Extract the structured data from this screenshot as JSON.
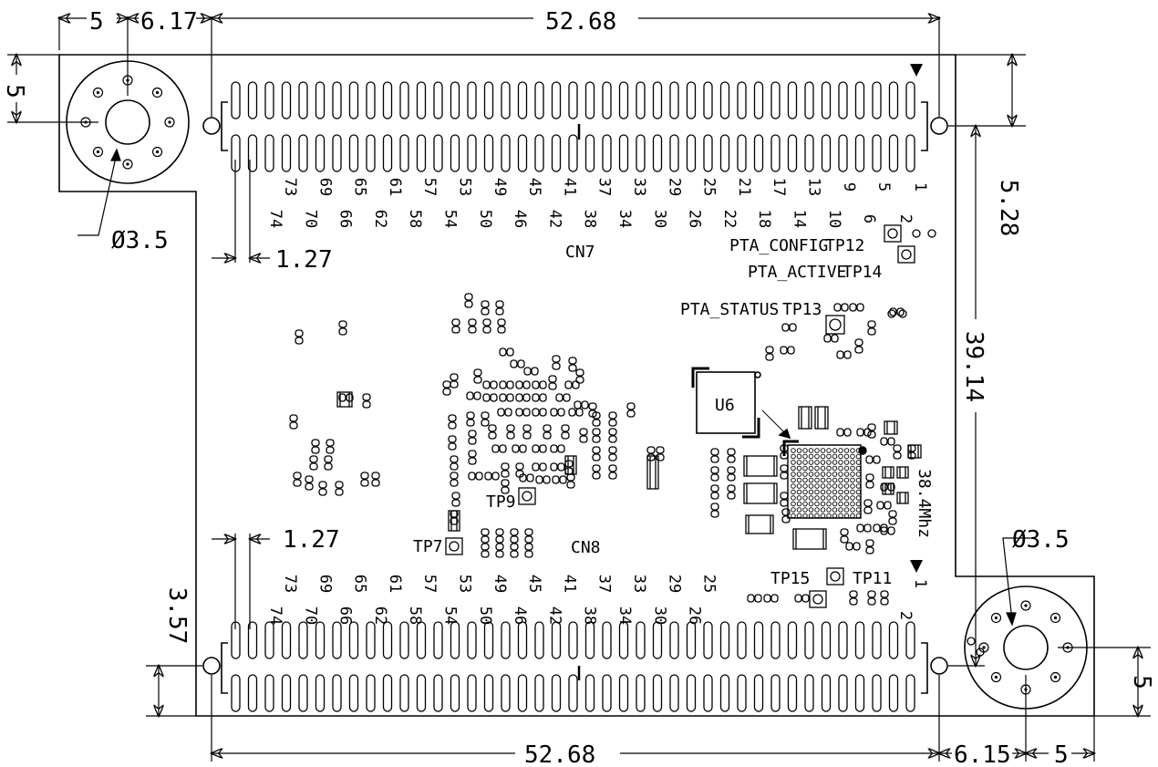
{
  "dimensions": {
    "left_edge_to_mount": "5",
    "mount_to_connector": "6.17",
    "connector_length_top": "52.68",
    "mount_from_top": "5",
    "mount_diameter_top": "Ø3.5",
    "pin_pitch_top": "1.27",
    "connector_offset_right": "5.28",
    "connector_spacing": "39.14",
    "mount_diameter_bottom": "Ø3.5",
    "pin_pitch_bottom": "1.27",
    "bottom_connector_offset": "3.57",
    "connector_length_bottom": "52.68",
    "connector_to_mount_bottom": "6.15",
    "mount_to_right_edge": "5",
    "mount_from_bottom": "5"
  },
  "connectors": {
    "top": {
      "name": "CN7",
      "pins_row1": [
        "73",
        "69",
        "65",
        "61",
        "57",
        "53",
        "49",
        "45",
        "41",
        "37",
        "33",
        "29",
        "25",
        "21",
        "17",
        "13",
        "9",
        "5",
        "1"
      ],
      "pins_row2": [
        "74",
        "70",
        "66",
        "62",
        "58",
        "54",
        "50",
        "46",
        "42",
        "38",
        "34",
        "30",
        "26",
        "22",
        "18",
        "14",
        "10",
        "6",
        "2"
      ]
    },
    "bottom": {
      "name": "CN8",
      "pins_row1": [
        "73",
        "69",
        "65",
        "61",
        "57",
        "53",
        "49",
        "45",
        "41",
        "37",
        "33",
        "29",
        "25",
        "1"
      ],
      "pins_row2": [
        "74",
        "70",
        "66",
        "62",
        "58",
        "54",
        "50",
        "46",
        "42",
        "38",
        "34",
        "30",
        "26",
        "2"
      ]
    }
  },
  "labels": {
    "pta_config": "PTA_CONFIG",
    "tp12": "TP12",
    "pta_active": "PTA_ACTIVE",
    "tp14": "TP14",
    "pta_status": "PTA_STATUS",
    "tp13": "TP13",
    "u6": "U6",
    "tp9": "TP9",
    "tp7": "TP7",
    "tp15": "TP15",
    "tp11": "TP11",
    "crystal": "38.4Mhz"
  },
  "colors": {
    "line": "#000000",
    "background": "#ffffff"
  }
}
